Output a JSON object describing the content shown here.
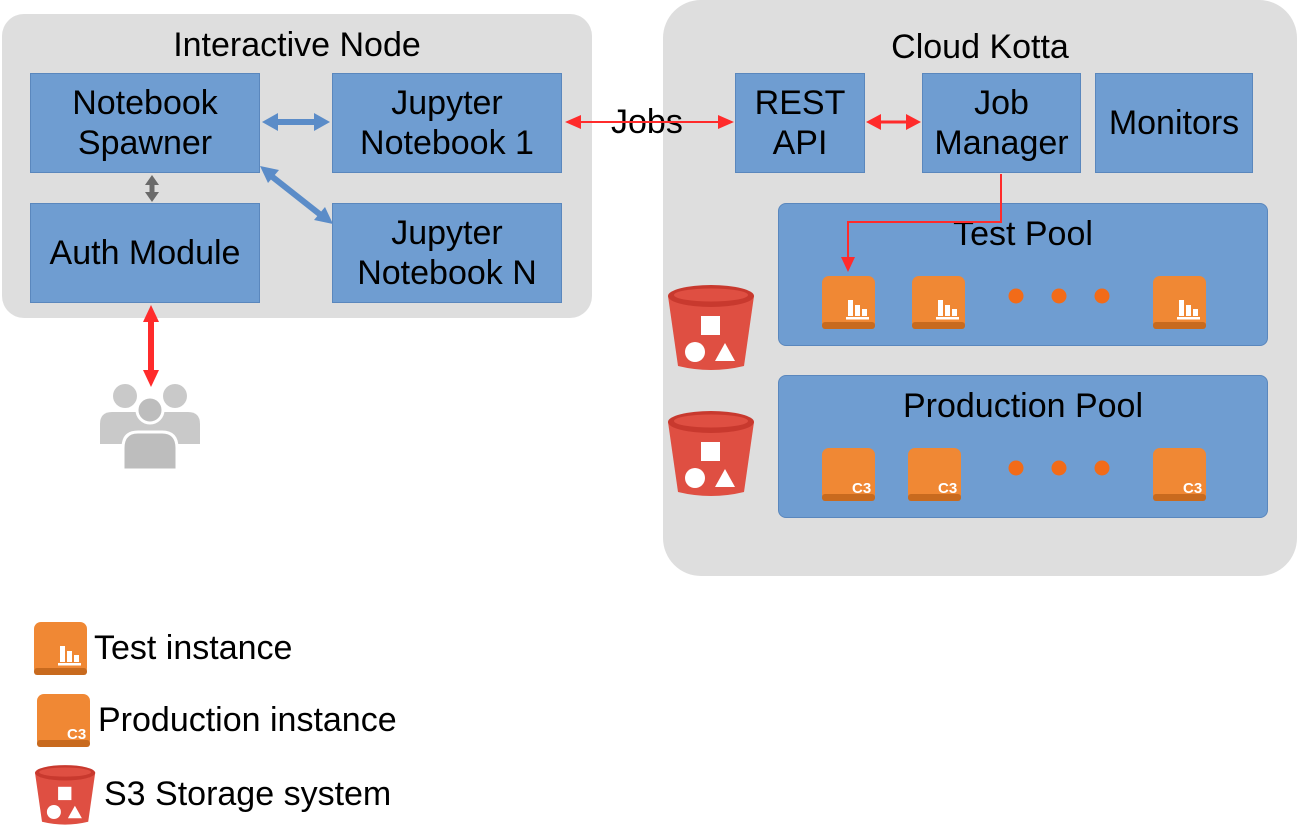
{
  "interactive_node": {
    "title": "Interactive Node",
    "notebook_spawner": "Notebook\nSpawner",
    "auth_module": "Auth Module",
    "jupyter_1": "Jupyter\nNotebook 1",
    "jupyter_n": "Jupyter\nNotebook N"
  },
  "edge_label_jobs": "Jobs",
  "cloud_kotta": {
    "title": "Cloud Kotta",
    "rest_api": "REST\nAPI",
    "job_manager": "Job\nManager",
    "monitors": "Monitors",
    "test_pool": {
      "title": "Test Pool"
    },
    "production_pool": {
      "title": "Production Pool"
    }
  },
  "icons": {
    "test_instance": "ec2-instance-icon",
    "production_instance": "c3-instance-icon",
    "storage": "s3-bucket-icon",
    "users": "users-icon",
    "instance_badge_text": "C3"
  },
  "legend": {
    "test_instance": "Test instance",
    "production_instance": "Production instance",
    "s3_storage": "S3 Storage system"
  },
  "colors": {
    "panel_bg": "#dedede",
    "box_fill": "#6f9dd1",
    "instance_orange": "#f08834",
    "dots_orange": "#f26b18",
    "bucket_red": "#df4f42",
    "arrow_red": "#ff2b2b",
    "arrow_blue": "#5b8cc8",
    "arrow_gray": "#6a6a6a"
  }
}
